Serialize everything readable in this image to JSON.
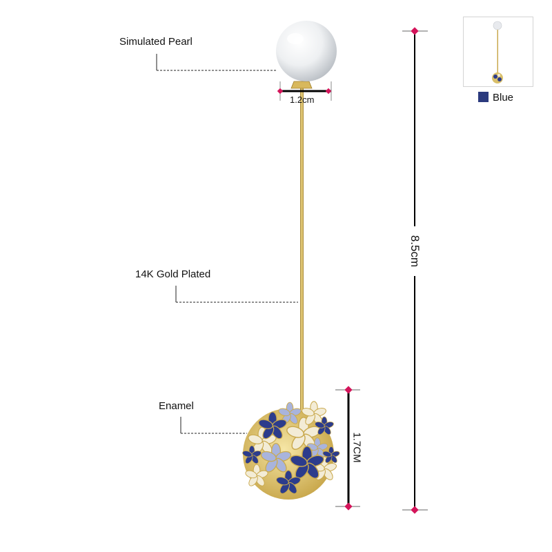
{
  "labels": {
    "pearl": "Simulated Pearl",
    "gold": "14K Gold Plated",
    "enamel": "Enamel"
  },
  "dimensions": {
    "pearl_width": "1.2cm",
    "total_length": "8.5cm",
    "ball_height": "1.7CM"
  },
  "color_option": {
    "name": "Blue",
    "swatch_color": "#2b3a7e"
  },
  "colors": {
    "gold": "#c9a94e",
    "marker": "#d4145a",
    "enamel_blue": "#2c3c8c",
    "enamel_light": "#a9b4dc",
    "enamel_cream": "#f3ecd6"
  }
}
